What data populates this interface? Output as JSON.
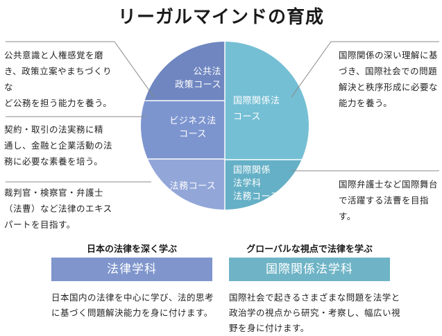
{
  "title": "リーガルマインドの育成",
  "colors": {
    "public_policy": "#6f86c0",
    "business": "#7d95cf",
    "legal_practice": "#92a6d8",
    "intl_relations": "#75bfd4",
    "intl_law": "#65b0c6",
    "law_dept_box": "#7f95cc",
    "intl_dept_box": "#6fb4c6",
    "leader_line": "#888888"
  },
  "courses": {
    "public_policy": {
      "line1": "公共法",
      "line2": "政策コース"
    },
    "business": {
      "line1": "ビジネス法",
      "line2": "コース"
    },
    "legal_practice": {
      "line1": "法務コース"
    },
    "intl_relations": {
      "line1": "国際関係法",
      "line2": "コース"
    },
    "intl_law": {
      "line1": "国際関係",
      "line2": "法学科",
      "line3": "法務コース"
    }
  },
  "descriptions": {
    "public_policy": [
      "公共意識と人権感覚を磨",
      "き、政策立案やまちづくりな",
      "ど公務を担う能力を養う。"
    ],
    "business": [
      "契約・取引の法実務に精",
      "通し、金融と企業活動の法",
      "務に必要な素養を培う。"
    ],
    "legal_practice": [
      "裁判官・検察官・弁護士",
      "（法曹）など法律のエキス",
      "パートを目指す。"
    ],
    "intl_relations": [
      "国際関係の深い理解に基",
      "づき、国際社会での問題",
      "解決と秩序形成に必要な",
      "能力を養う。"
    ],
    "intl_law": [
      "国際弁護士など国際舞台",
      "で活躍する法曹を目指す。"
    ]
  },
  "departments": {
    "law": {
      "heading": "日本の法律を深く学ぶ",
      "name": "法律学科",
      "text": [
        "日本国内の法律を中心に学び、法的思考",
        "に基づく問題解決能力を身に付けます。"
      ]
    },
    "intl": {
      "heading": "グローバルな視点で法律を学ぶ",
      "name": "国際関係法学科",
      "text": [
        "国際社会で起きるさまざまな問題を法学と",
        "政治学の視点から研究・考察し、幅広い視",
        "野を身に付けます。"
      ]
    }
  }
}
